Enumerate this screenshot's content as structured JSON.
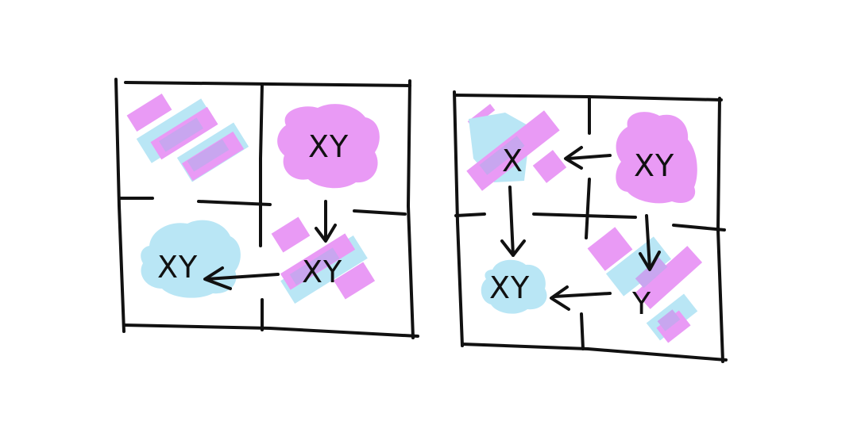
{
  "colors": {
    "magenta": "#e99af5",
    "cyan": "#b9e6f5",
    "overlap": "#c8a6ef",
    "ink": "#111111",
    "background": "#ffffff"
  },
  "left_panel": {
    "cells": {
      "top_left": {
        "label": "",
        "fill": "diagonal-stripes"
      },
      "top_right": {
        "label": "XY",
        "fill": "magenta-blob"
      },
      "bottom_right": {
        "label": "XY",
        "fill": "diagonal-stripes"
      },
      "bottom_left": {
        "label": "XY",
        "fill": "cyan-blob"
      }
    },
    "arrows": [
      {
        "from": "top_right",
        "to": "bottom_right",
        "direction": "down"
      },
      {
        "from": "bottom_right",
        "to": "bottom_left",
        "direction": "left"
      }
    ]
  },
  "right_panel": {
    "cells": {
      "top_left": {
        "label": "X",
        "fill": "diagonal-stripes"
      },
      "top_right": {
        "label": "XY",
        "fill": "magenta-blob"
      },
      "bottom_right": {
        "label": "Y",
        "fill": "diagonal-stripes"
      },
      "bottom_left": {
        "label": "XY",
        "fill": "cyan-blob"
      }
    },
    "arrows": [
      {
        "from": "top_right",
        "to": "top_left",
        "direction": "left"
      },
      {
        "from": "top_left",
        "to": "bottom_left",
        "direction": "down"
      },
      {
        "from": "top_right",
        "to": "bottom_right",
        "direction": "down"
      },
      {
        "from": "bottom_right",
        "to": "bottom_left",
        "direction": "left"
      }
    ]
  }
}
